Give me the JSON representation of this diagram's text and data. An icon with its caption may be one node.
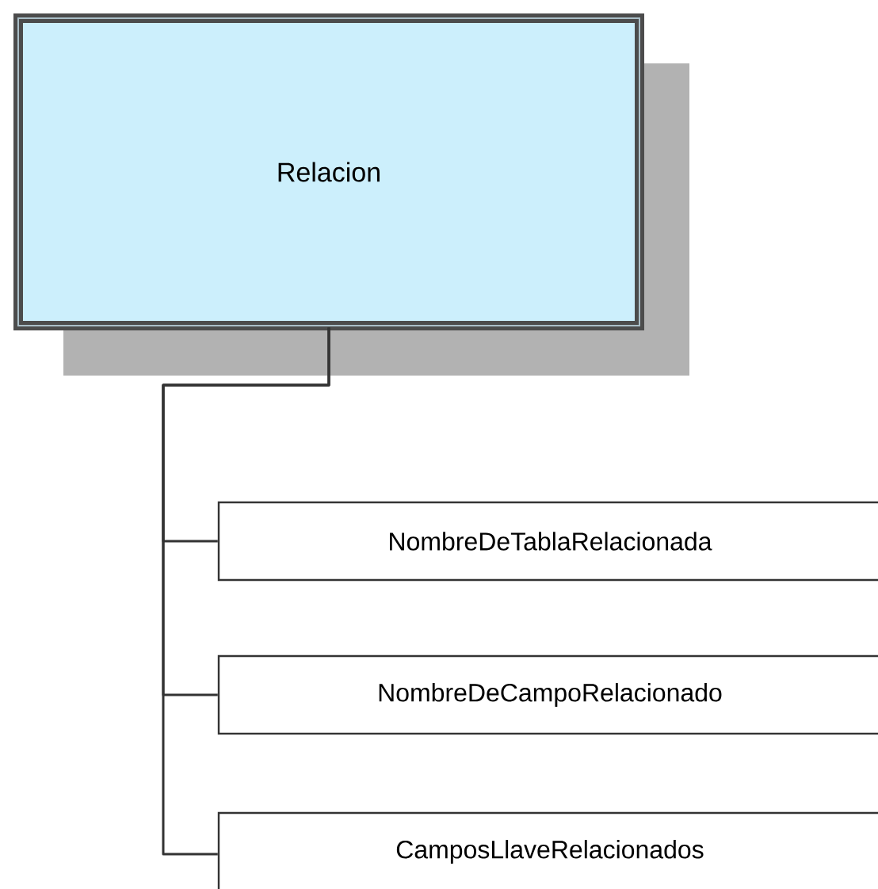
{
  "diagram": {
    "nodes": [
      {
        "text": [
          "Relacion"
        ]
      },
      {
        "text": [
          "NombreDeTablaRelacionada"
        ]
      },
      {
        "text": [
          "NombreDeCampoRelacionado"
        ]
      },
      {
        "text": [
          "CamposLlaveRelacionados"
        ]
      }
    ],
    "edges": [
      {
        "from": 0,
        "to": 1,
        "arrow": "none"
      },
      {
        "from": 0,
        "to": 2,
        "arrow": "none"
      },
      {
        "from": 0,
        "to": 3,
        "arrow": "none"
      }
    ]
  }
}
